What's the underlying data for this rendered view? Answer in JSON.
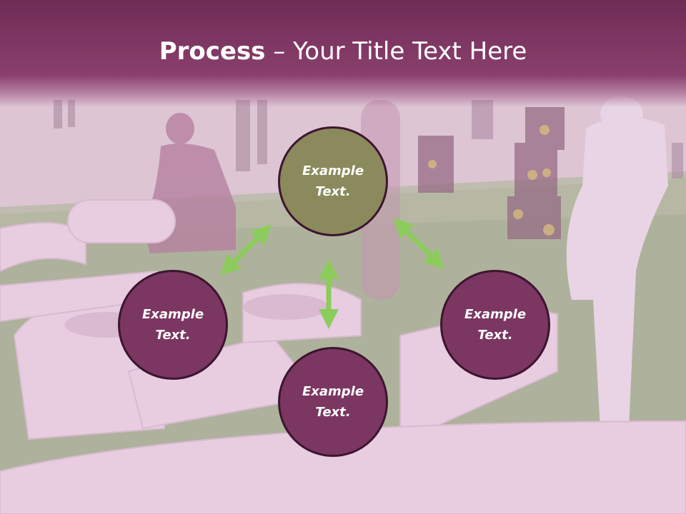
{
  "slide": {
    "title_bold": "Process",
    "title_rest": " – Your Title Text Here"
  },
  "diagram": {
    "top": {
      "label": "Example\nText.",
      "color": "#8a8a5c"
    },
    "left": {
      "label": "Example\nText.",
      "color": "#7b3661"
    },
    "right": {
      "label": "Example\nText.",
      "color": "#7b3661"
    },
    "bottom": {
      "label": "Example\nText.",
      "color": "#7b3661"
    },
    "arrow_color": "#8ccc5c"
  },
  "colors": {
    "title_bar": "#7a3460",
    "circle_border": "#3d1530"
  }
}
